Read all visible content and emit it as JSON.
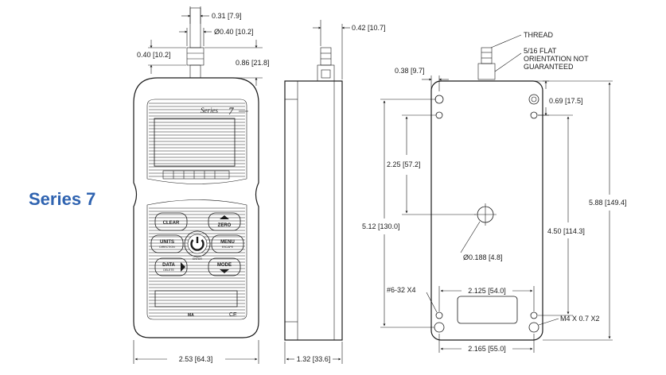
{
  "title": "Series 7",
  "colors": {
    "accent": "#2f63b0",
    "line": "#1a1a1a"
  },
  "front_view": {
    "brand_label": "Series",
    "brand_number": "7",
    "buttons": {
      "clear": "CLEAR",
      "zero": "ZERO",
      "units": "UNITS",
      "units_sub": "DIRECTION",
      "menu": "MENU",
      "menu_sub": "ESCAPE",
      "enter": "ENTER",
      "data": "DATA",
      "data_sub": "DELETE",
      "mode": "MODE"
    },
    "footer_text": "MA",
    "ce_mark": "CE",
    "dim_shaft_width": "0.31 [7.9]",
    "dim_collar_dia": "Ø0.40 [10.2]",
    "dim_collar_height": "0.40 [10.2]",
    "dim_shaft_length": "0.86 [21.8]",
    "dim_width": "2.53 [64.3]"
  },
  "side_view": {
    "dim_shaft_offset": "0.42 [10.7]",
    "dim_thickness": "1.32 [33.6]"
  },
  "rear_view": {
    "callout_thread": "THREAD",
    "callout_flat": "5/16 FLAT",
    "callout_orientation": "ORIENTATION NOT",
    "callout_guaranteed": "GUARANTEED",
    "dim_edge_offset": "0.38 [9.7]",
    "dim_top_hole": "0.69 [17.5]",
    "dim_center_hole": "2.25 [57.2]",
    "dim_hole_to_bottom": "5.12 [130.0]",
    "dim_overall_height": "5.88 [149.4]",
    "dim_hole_spacing_v": "4.50 [114.3]",
    "dim_center_dia": "Ø0.188 [4.8]",
    "dim_screw": "#6-32 X4",
    "dim_hole_spacing_h": "2.125 [54.0]",
    "dim_metric_screw": "M4 X 0.7 X2",
    "dim_bottom_width": "2.165 [55.0]"
  }
}
